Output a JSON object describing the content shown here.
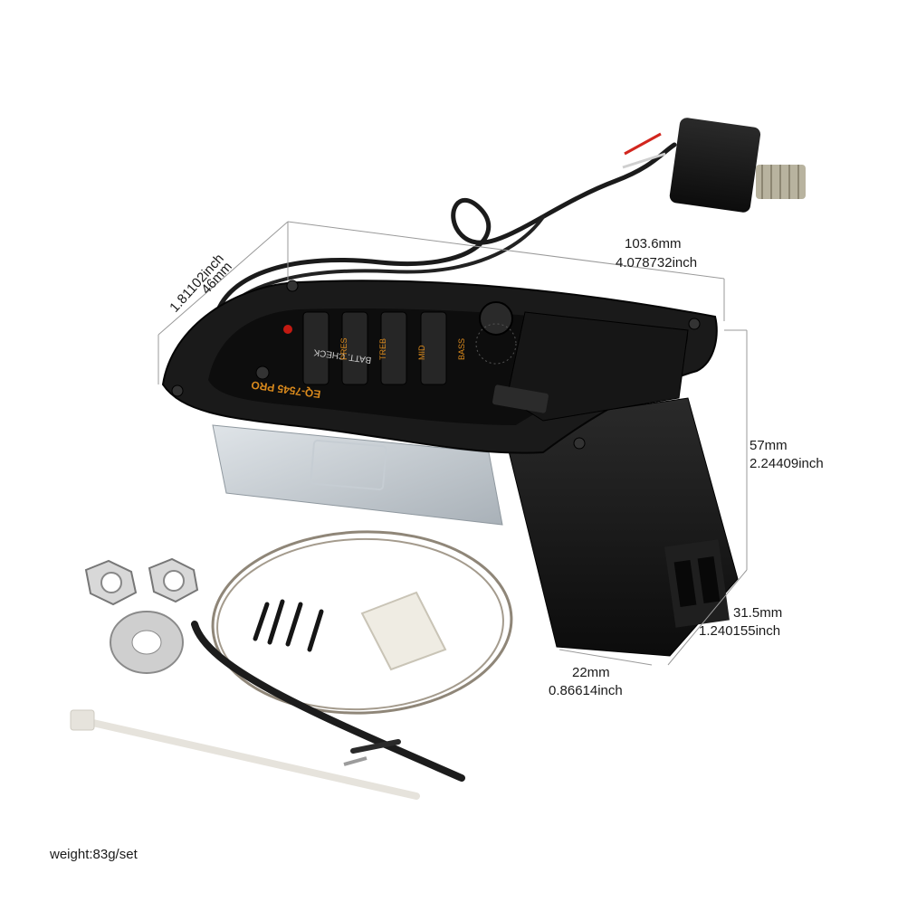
{
  "dimensions": {
    "length": {
      "mm": "103.6mm",
      "inch": "4.078732inch"
    },
    "depth": {
      "mm": "46mm",
      "inch": "1.81102inch"
    },
    "height": {
      "mm": "57mm",
      "inch": "2.24409inch"
    },
    "box_width": {
      "mm": "31.5mm",
      "inch": "1.240155inch"
    },
    "box_depth": {
      "mm": "22mm",
      "inch": "0.86614inch"
    }
  },
  "panel": {
    "model": "EQ-7545 PRO",
    "batt_check": "BATT. CHECK",
    "sliders": [
      "PRES",
      "TREB",
      "MID",
      "BASS"
    ]
  },
  "weight": "weight:83g/set"
}
